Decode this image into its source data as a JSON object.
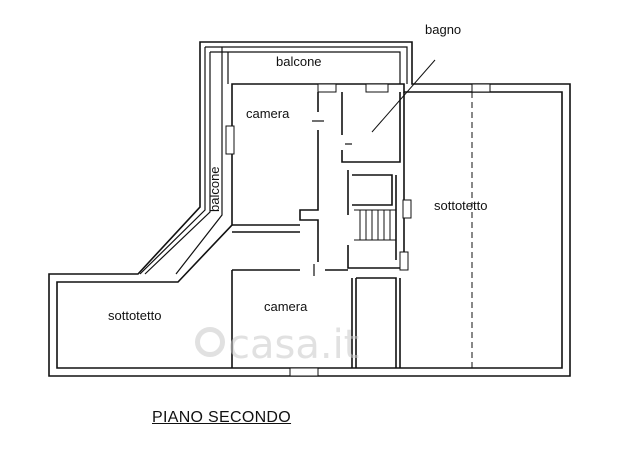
{
  "floor_title": "PIANO SECONDO",
  "rooms": {
    "bagno": "bagno",
    "balcone_top": "balcone",
    "balcone_left": "balcone",
    "camera_upper": "camera",
    "camera_lower": "camera",
    "sottotetto_right": "sottotetto",
    "sottotetto_left": "sottotetto"
  },
  "watermark": "casa.it",
  "colors": {
    "wall": "#111111",
    "background": "#ffffff",
    "watermark": "#c8c8c8"
  }
}
